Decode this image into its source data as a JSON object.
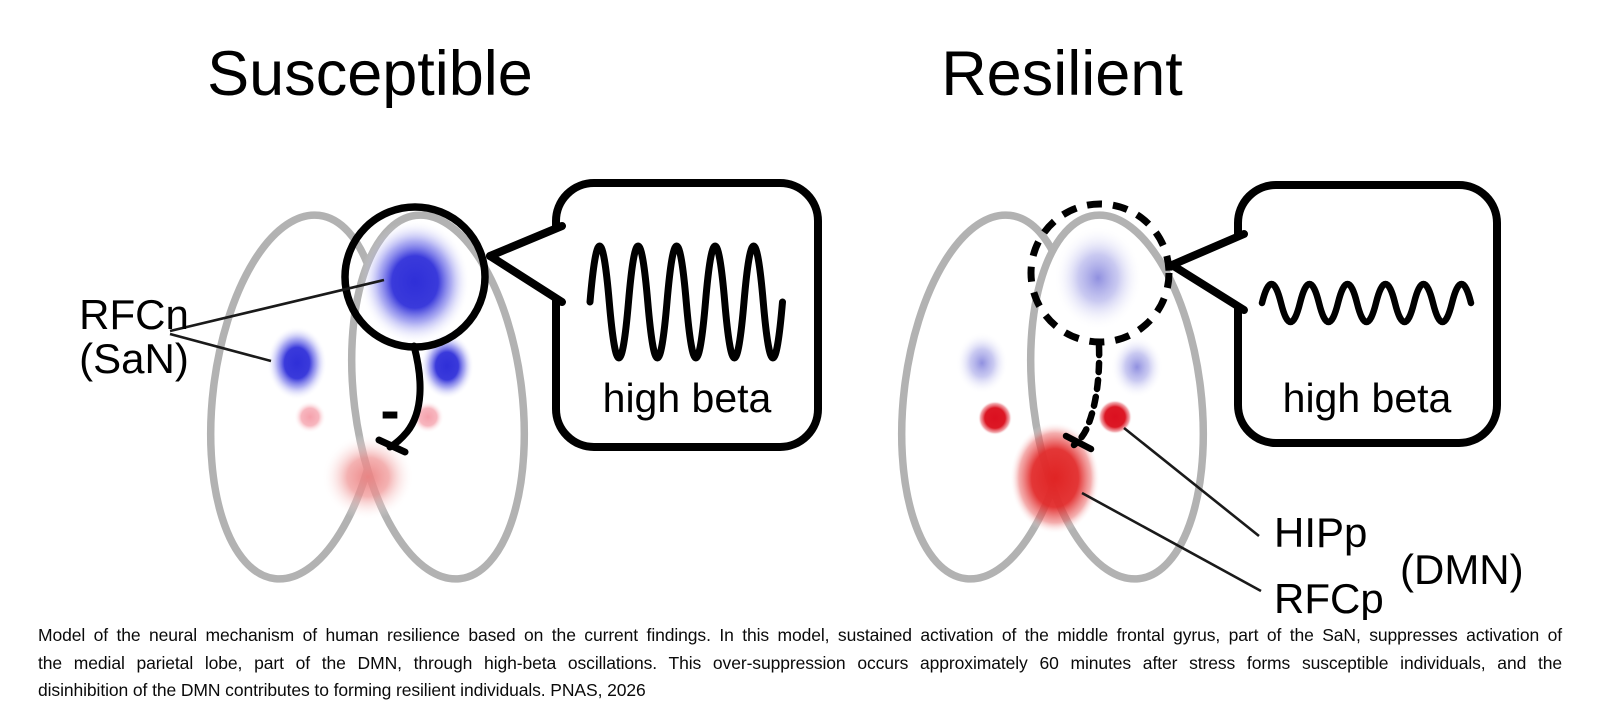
{
  "panels": [
    {
      "title": "Susceptible",
      "labels": {
        "rfcn": "RFCn",
        "san": "(SaN)"
      },
      "bubble_label": "high beta",
      "wave": "high-amplitude",
      "inhibition_sign": "-"
    },
    {
      "title": "Resilient",
      "labels": {
        "hipp": "HIPp",
        "rfcp": "RFCp",
        "dmn": "(DMN)"
      },
      "bubble_label": "high beta",
      "wave": "low-amplitude"
    }
  ],
  "caption": {
    "lines": [
      "Model of the neural mechanism of human resilience based on the current findings. In this model, sustained activation of the middle frontal gyrus, part of the SaN, suppresses activation of",
      "the medial parietal lobe, part of the DMN, through high-beta oscillations. This over-suppression occurs approximately 60 minutes after stress forms susceptible individuals, and the",
      "disinhibition of the DMN contributes to forming resilient individuals. PNAS, 2026"
    ]
  },
  "colors": {
    "brain_outline": "#b2b2b2",
    "strong_blue": "#3434d9",
    "pale_blue": "#a3a3e8",
    "pink": "#f6a9b3",
    "soft_red": "#ee8c8c",
    "bright_red": "#dd1422",
    "strong_red": "#e02828",
    "ink": "#000000"
  }
}
